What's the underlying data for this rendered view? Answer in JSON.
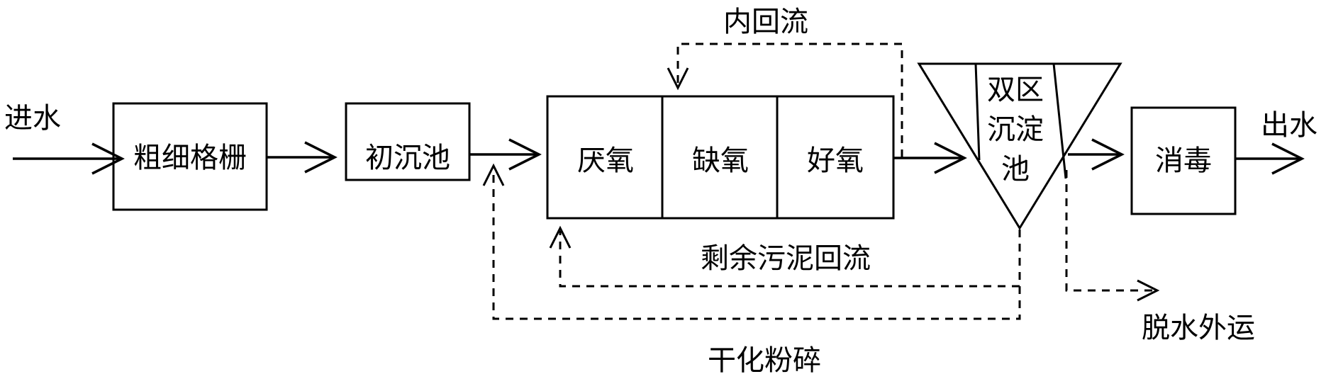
{
  "flow": {
    "inlet": "进水",
    "outlet": "出水",
    "screen": "粗细格栅",
    "primary": "初沉池",
    "anaerobic": "厌氧",
    "anoxic": "缺氧",
    "aerobic": "好氧",
    "clarifier_line1": "双区",
    "clarifier_line2": "沉淀",
    "clarifier_line3": "池",
    "disinfection": "消毒"
  },
  "streams": {
    "internal_recycle": "内回流",
    "sludge_return": "剩余污泥回流",
    "dry_grind": "干化粉碎",
    "dewater_haul": "脱水外运"
  }
}
